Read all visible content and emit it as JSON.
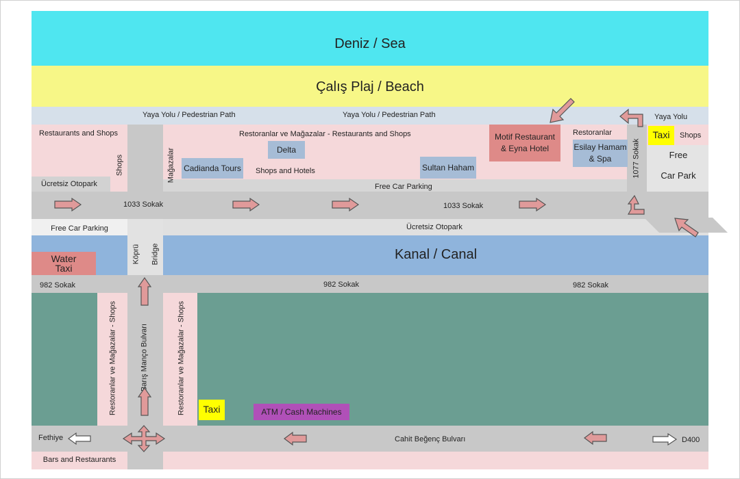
{
  "colors": {
    "sea": "#4fe6f0",
    "beach": "#f7f787",
    "path": "#d6e0ea",
    "pink": "#f5d8da",
    "road": "#c8c8c8",
    "canal": "#8fb4dc",
    "green": "#6b9e92",
    "blue_box": "#a6bcd6",
    "red_box": "#de8a88",
    "taxi": "#ffff00",
    "atm": "#b050b8",
    "arrow": "#e09a9a"
  },
  "zones": {
    "sea": "Deniz / Sea",
    "beach": "Çalış Plaj / Beach",
    "canal": "Kanal / Canal"
  },
  "paths": {
    "pedestrian_1": "Yaya Yolu / Pedestrian Path",
    "pedestrian_2": "Yaya Yolu / Pedestrian Path",
    "pedestrian_3": "Yaya Yolu"
  },
  "streets": {
    "sokak_1033_a": "1033 Sokak",
    "sokak_1033_b": "1033 Sokak",
    "sokak_982_a": "982 Sokak",
    "sokak_982_b": "982 Sokak",
    "sokak_982_c": "982 Sokak",
    "sokak_1077": "1077 Sokak",
    "baris_manco": "Barış Manço Bulvarı",
    "cahit_begenc": "Cahit Beğenç Bulvarı",
    "fethiye": "Fethiye",
    "d400": "D400",
    "kopru": "Köprü",
    "bridge": "Bridge"
  },
  "areas": {
    "restaurants_shops_left": "Restaurants and Shops",
    "shops_vertical": "Shops",
    "magazalar_vertical": "Mağazalar",
    "restoranlar_long": "Restoranlar ve Mağazalar - Restaurants and Shops",
    "shops_hotels": "Shops and Hotels",
    "restoranlar_right": "Restoranlar",
    "shops_right": "Shops",
    "free_car_park_1": "Free",
    "free_car_park_2": "Car Park",
    "ucretsiz_otopark_left": "Ücretsiz Otopark",
    "free_car_parking_top": "Free Car Parking",
    "free_car_parking_left": "Free Car Parking",
    "ucretsiz_otopark_center": "Ücretsiz Otopark",
    "restoranlar_shops_v1": "Restoranlar ve Mağazalar - Shops",
    "restoranlar_shops_v2": "Restoranlar ve Mağazalar - Shops",
    "bars_restaurants": "Bars and Restaurants"
  },
  "places": {
    "delta": "Delta",
    "cadianda": "Cadianda Tours",
    "sultan": "Sultan Haham",
    "motif_1": "Motif Restaurant",
    "motif_2": "& Eyna Hotel",
    "esilay_1": "Esilay Hamam",
    "esilay_2": "& Spa",
    "water_taxi_1": "Water",
    "water_taxi_2": "Taxi",
    "taxi_top": "Taxi",
    "taxi_bottom": "Taxi",
    "atm": "ATM / Cash Machines"
  }
}
